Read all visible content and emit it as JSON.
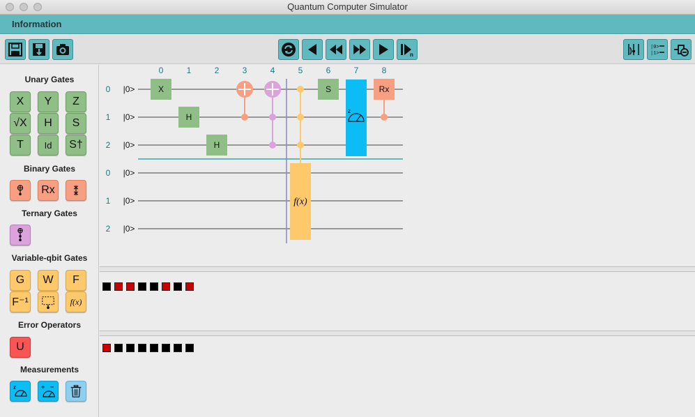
{
  "window": {
    "title": "Quantum Computer Simulator"
  },
  "menu": {
    "items": [
      "Information"
    ]
  },
  "colors": {
    "teal": "#5fb9be",
    "green_gate": "#8fbf86",
    "orange_gate": "#f79f80",
    "purple_gate": "#dba2dc",
    "yellow_gate": "#fdc96a",
    "red_gate": "#fa5555",
    "blue_gate": "#0bbcf5",
    "qubit_one": "#cc0000",
    "qubit_zero": "#000000"
  },
  "toolbar": {
    "left": [
      "save-icon",
      "save-as-icon",
      "camera-icon"
    ],
    "center": [
      "reset-icon",
      "step-back-icon",
      "rewind-icon",
      "fast-forward-icon",
      "play-icon",
      "step-n-icon"
    ],
    "right": [
      "tune-icon",
      "ket-icon",
      "measure-remove-icon"
    ]
  },
  "palette": {
    "unary_title": "Unary Gates",
    "unary": [
      "X",
      "Y",
      "Z",
      "√X",
      "H",
      "S",
      "T",
      "Id",
      "S†"
    ],
    "binary_title": "Binary Gates",
    "binary": [
      "control-gate-icon",
      "Rx",
      "swap-icon"
    ],
    "ternary_title": "Ternary Gates",
    "ternary": [
      "toffoli-icon"
    ],
    "variable_title": "Variable-qbit Gates",
    "variable": [
      "G",
      "W",
      "F",
      "F⁻¹",
      "block-icon",
      "f(x)"
    ],
    "error_title": "Error Operators",
    "error": [
      "U"
    ],
    "measure_title": "Measurements",
    "measure": [
      "measure-z-icon",
      "measure-pm-icon",
      "trash-icon"
    ]
  },
  "circuit": {
    "columns": [
      "0",
      "1",
      "2",
      "3",
      "4",
      "5",
      "6",
      "7",
      "8"
    ],
    "row_labels": [
      "0",
      "1",
      "2",
      "0",
      "1",
      "2"
    ],
    "ket": "|0>",
    "gates": [
      {
        "label": "X",
        "col": 0,
        "row": 0
      },
      {
        "label": "H",
        "col": 1,
        "row": 1
      },
      {
        "label": "H",
        "col": 2,
        "row": 2
      },
      {
        "label": "S",
        "col": 6,
        "row": 0
      },
      {
        "label": "Rx",
        "col": 8,
        "row": 0
      }
    ],
    "function_gate": "f(x)",
    "measure_label": "z"
  },
  "states": {
    "register_a": [
      0,
      1,
      1,
      0,
      0,
      1,
      0,
      1
    ],
    "register_b": [
      1,
      0,
      0,
      0,
      0,
      0,
      0,
      0
    ]
  }
}
